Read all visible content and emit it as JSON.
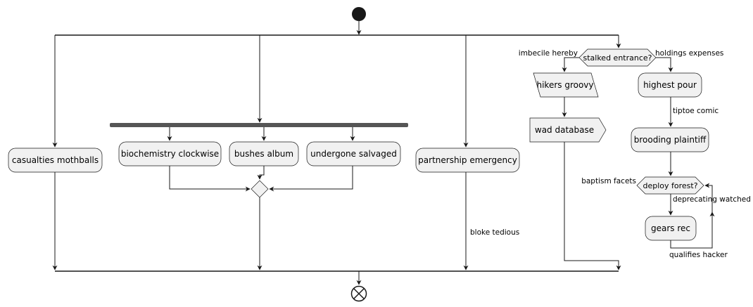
{
  "diagram": {
    "nodes": {
      "casualties": "casualties mothballs",
      "biochem": "biochemistry clockwise",
      "bushes": "bushes album",
      "undergone": "undergone salvaged",
      "partnership": "partnership emergency",
      "hikers": "hikers groovy",
      "wad": "wad database",
      "highest": "highest pour",
      "brooding": "brooding plaintiff",
      "gears": "gears rec"
    },
    "decisions": {
      "stalked": "stalked entrance?",
      "deploy": "deploy forest?"
    },
    "edge_labels": {
      "imbecile": "imbecile hereby",
      "holdings": "holdings expenses",
      "tiptoe": "tiptoe comic",
      "baptism": "baptism facets",
      "deprecating": "deprecating watched",
      "qualifies": "qualifies hacker",
      "bloke": "bloke tedious"
    },
    "colors": {
      "node_fill": "#f1f1f1",
      "node_stroke": "#181818",
      "line": "#181818",
      "fork_bar": "#555555"
    }
  }
}
